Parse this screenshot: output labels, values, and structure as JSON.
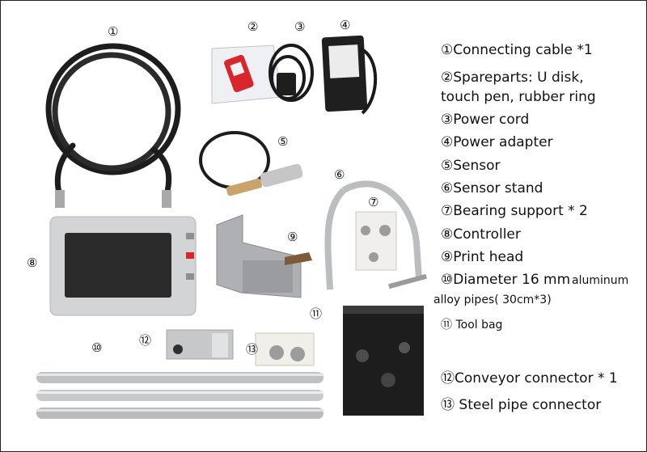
{
  "callouts": [
    "①",
    "②",
    "③",
    "④",
    "⑤",
    "⑥",
    "⑦",
    "⑧",
    "⑨",
    "⑩",
    "⑪",
    "⑫",
    "⑬"
  ],
  "legend": {
    "l1": "①Connecting cable *1",
    "l2a": "②Spareparts: U disk,",
    "l2b": "touch pen, rubber ring",
    "l3": "③Power cord",
    "l4": "④Power adapter",
    "l5": "⑤Sensor",
    "l6": "⑥Sensor stand",
    "l7": "⑦Bearing support * 2",
    "l8": "⑧Controller",
    "l9": "⑨Print head",
    "l10a": "⑩Diameter 16 mm",
    "l10b": "aluminum",
    "l10c": "alloy pipes( 30cm*3)",
    "l11": "⑪ Tool bag",
    "l12": "⑫Conveyor connector * 1",
    "l13": "⑬ Steel pipe connector"
  },
  "colors": {
    "cable": "#1c1c1c",
    "metal": "#c9cacc",
    "screen": "#2a2a2a",
    "red": "#d8262d"
  }
}
